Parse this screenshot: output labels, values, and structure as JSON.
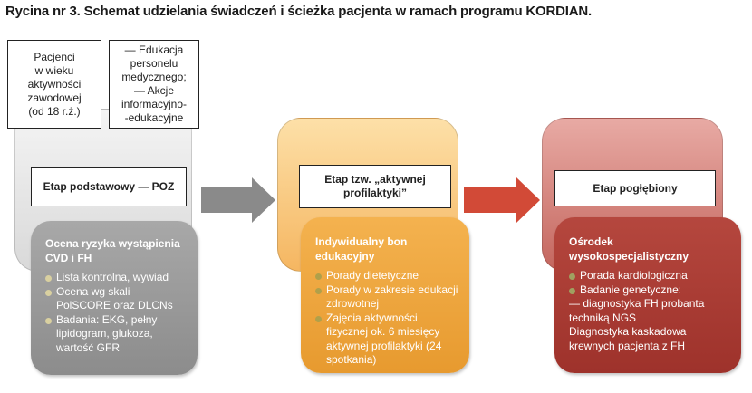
{
  "title": "Rycina nr 3. Schemat udzielania świadczeń i ścieżka pacjenta w ramach programu KORDIAN.",
  "info_boxes": {
    "patients": [
      "Pacjenci",
      "w wieku",
      "aktywności",
      "zawodowej",
      "(od 18 r.ż.)"
    ],
    "education": [
      "— Edukacja",
      "personelu",
      "medycznego;",
      "— Akcje",
      "informacyjno-",
      "-edukacyjne"
    ]
  },
  "stages": [
    {
      "label": "Etap podstawowy — POZ",
      "panel_title": "Ocena ryzyka wystąpienia CVD i FH",
      "items": [
        {
          "text": "Lista kontrolna, wywiad"
        },
        {
          "text": "Ocena wg skali PolSCORE oraz DLCNs"
        },
        {
          "text": "Badania: EKG, pełny lipidogram, glukoza, wartość GFR"
        }
      ]
    },
    {
      "label": "Etap tzw. „aktywnej profilaktyki”",
      "panel_title": "Indywidualny bon edukacyjny",
      "items": [
        {
          "text": "Porady dietetyczne"
        },
        {
          "text": "Porady w zakresie edukacji zdrowotnej"
        },
        {
          "text": "Zajęcia aktywności fizycznej ok. 6 miesięcy aktywnej profilaktyki (24 spotkania)"
        }
      ]
    },
    {
      "label": "Etap pogłębiony",
      "panel_title": "Ośrodek wysokospecjalistyczny",
      "items": [
        {
          "text": "Porada kardiologiczna"
        },
        {
          "text": "Badanie genetyczne:"
        },
        {
          "text": "— diagnostyka FH probanta techniką NGS"
        },
        {
          "text": "Diagnostyka kaskadowa krewnych pacjenta z FH"
        }
      ]
    }
  ],
  "colors": {
    "arrow1": "#8a8a8a",
    "arrow2": "#d24a37",
    "stage_gray": "#dcdcdc",
    "stage_orange": "#f7c273",
    "stage_red": "#d4827a",
    "panel_gray": "#9a9a9a",
    "panel_orange": "#eca33b",
    "panel_red": "#a83b33"
  }
}
